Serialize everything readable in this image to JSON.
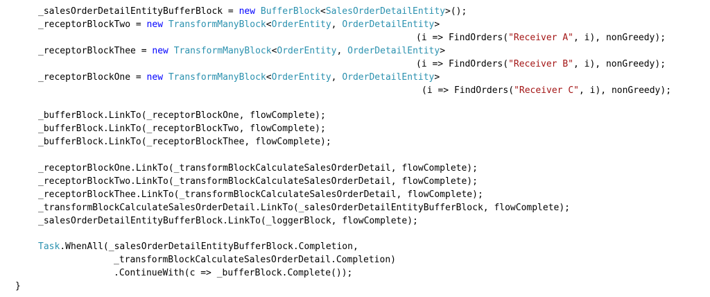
{
  "colors": {
    "keyword": "#0000ff",
    "type": "#2b91af",
    "string": "#a31515",
    "plain": "#000000",
    "background": "#ffffff"
  },
  "lines": [
    [
      {
        "t": "_salesOrderDetailEntityBufferBlock = ",
        "c": "pl"
      },
      {
        "t": "new",
        "c": "kw"
      },
      {
        "t": " ",
        "c": "pl"
      },
      {
        "t": "BufferBlock",
        "c": "ty"
      },
      {
        "t": "<",
        "c": "pl"
      },
      {
        "t": "SalesOrderDetailEntity",
        "c": "ty"
      },
      {
        "t": ">();",
        "c": "pl"
      }
    ],
    [
      {
        "t": "_receptorBlockTwo = ",
        "c": "pl"
      },
      {
        "t": "new",
        "c": "kw"
      },
      {
        "t": " ",
        "c": "pl"
      },
      {
        "t": "TransformManyBlock",
        "c": "ty"
      },
      {
        "t": "<",
        "c": "pl"
      },
      {
        "t": "OrderEntity",
        "c": "ty"
      },
      {
        "t": ", ",
        "c": "pl"
      },
      {
        "t": "OrderDetailEntity",
        "c": "ty"
      },
      {
        "t": ">",
        "c": "pl"
      }
    ],
    [
      {
        "t": "(i => FindOrders(",
        "c": "pl"
      },
      {
        "t": "\"Receiver A\"",
        "c": "str"
      },
      {
        "t": ", i), nonGreedy);",
        "c": "pl"
      }
    ],
    [
      {
        "t": "_receptorBlockThee = ",
        "c": "pl"
      },
      {
        "t": "new",
        "c": "kw"
      },
      {
        "t": " ",
        "c": "pl"
      },
      {
        "t": "TransformManyBlock",
        "c": "ty"
      },
      {
        "t": "<",
        "c": "pl"
      },
      {
        "t": "OrderEntity",
        "c": "ty"
      },
      {
        "t": ", ",
        "c": "pl"
      },
      {
        "t": "OrderDetailEntity",
        "c": "ty"
      },
      {
        "t": ">",
        "c": "pl"
      }
    ],
    [
      {
        "t": "(i => FindOrders(",
        "c": "pl"
      },
      {
        "t": "\"Receiver B\"",
        "c": "str"
      },
      {
        "t": ", i), nonGreedy);",
        "c": "pl"
      }
    ],
    [
      {
        "t": "_receptorBlockOne = ",
        "c": "pl"
      },
      {
        "t": "new",
        "c": "kw"
      },
      {
        "t": " ",
        "c": "pl"
      },
      {
        "t": "TransformManyBlock",
        "c": "ty"
      },
      {
        "t": "<",
        "c": "pl"
      },
      {
        "t": "OrderEntity",
        "c": "ty"
      },
      {
        "t": ", ",
        "c": "pl"
      },
      {
        "t": "OrderDetailEntity",
        "c": "ty"
      },
      {
        "t": ">",
        "c": "pl"
      }
    ],
    [
      {
        "t": "(i => FindOrders(",
        "c": "pl"
      },
      {
        "t": "\"Receiver C\"",
        "c": "str"
      },
      {
        "t": ", i), nonGreedy);",
        "c": "pl"
      }
    ],
    [
      {
        "t": "_bufferBlock.LinkTo(_receptorBlockOne, flowComplete);",
        "c": "pl"
      }
    ],
    [
      {
        "t": "_bufferBlock.LinkTo(_receptorBlockTwo, flowComplete);",
        "c": "pl"
      }
    ],
    [
      {
        "t": "_bufferBlock.LinkTo(_receptorBlockThee, flowComplete);",
        "c": "pl"
      }
    ],
    [
      {
        "t": "_receptorBlockOne.LinkTo(_transformBlockCalculateSalesOrderDetail, flowComplete);",
        "c": "pl"
      }
    ],
    [
      {
        "t": "_receptorBlockTwo.LinkTo(_transformBlockCalculateSalesOrderDetail, flowComplete);",
        "c": "pl"
      }
    ],
    [
      {
        "t": "_receptorBlockThee.LinkTo(_transformBlockCalculateSalesOrderDetail, flowComplete);",
        "c": "pl"
      }
    ],
    [
      {
        "t": "_transformBlockCalculateSalesOrderDetail.LinkTo(_salesOrderDetailEntityBufferBlock, flowComplete);",
        "c": "pl"
      }
    ],
    [
      {
        "t": "_salesOrderDetailEntityBufferBlock.LinkTo(_loggerBlock, flowComplete);",
        "c": "pl"
      }
    ],
    [
      {
        "t": "Task",
        "c": "ty"
      },
      {
        "t": ".WhenAll(_salesOrderDetailEntityBufferBlock.Completion,",
        "c": "pl"
      }
    ],
    [
      {
        "t": "_transformBlockCalculateSalesOrderDetail.Completion)",
        "c": "pl"
      }
    ],
    [
      {
        "t": ".ContinueWith(c => _bufferBlock.Complete());",
        "c": "pl"
      }
    ],
    [
      {
        "t": "}",
        "c": "pl"
      }
    ]
  ]
}
